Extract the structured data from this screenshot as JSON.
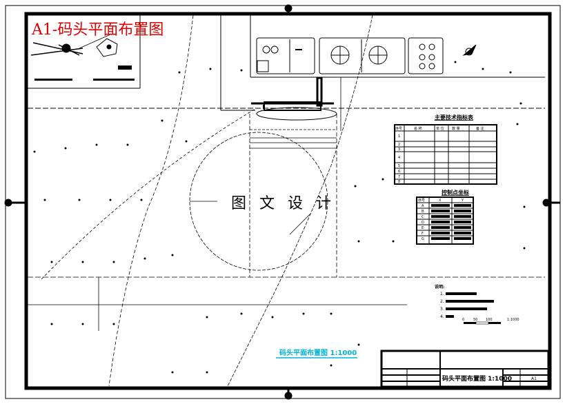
{
  "drawing": {
    "corner_title": "A1-码头平面布置图",
    "watermark": "图 文 设 计",
    "plan_caption": "码头平面布置图  1:1000",
    "tech_table": {
      "title": "主要技术指标表",
      "headers": [
        "序号",
        "名 称",
        "单 位",
        "数 量",
        "备 注"
      ],
      "row_numbers": [
        "1",
        "2",
        "3",
        "4",
        "5",
        "6",
        "7",
        "8"
      ]
    },
    "coord_table": {
      "title": "控制点坐标",
      "headers": [
        "序号",
        "X",
        "Y"
      ],
      "points": [
        "A",
        "B",
        "C",
        "D",
        "E",
        "F",
        "G"
      ]
    },
    "notes": {
      "title": "说明:",
      "items": [
        "1.",
        "2.",
        "3.",
        "4."
      ]
    },
    "scale_bar": {
      "labels": [
        "0",
        "50",
        "100",
        "1:1000"
      ]
    },
    "title_block": {
      "drawing_name": "码头平面布置图  1:1000",
      "sheet_size": "A1"
    },
    "colors": {
      "title": "#e00000",
      "caption": "#00b4d8",
      "line": "#000000"
    }
  }
}
